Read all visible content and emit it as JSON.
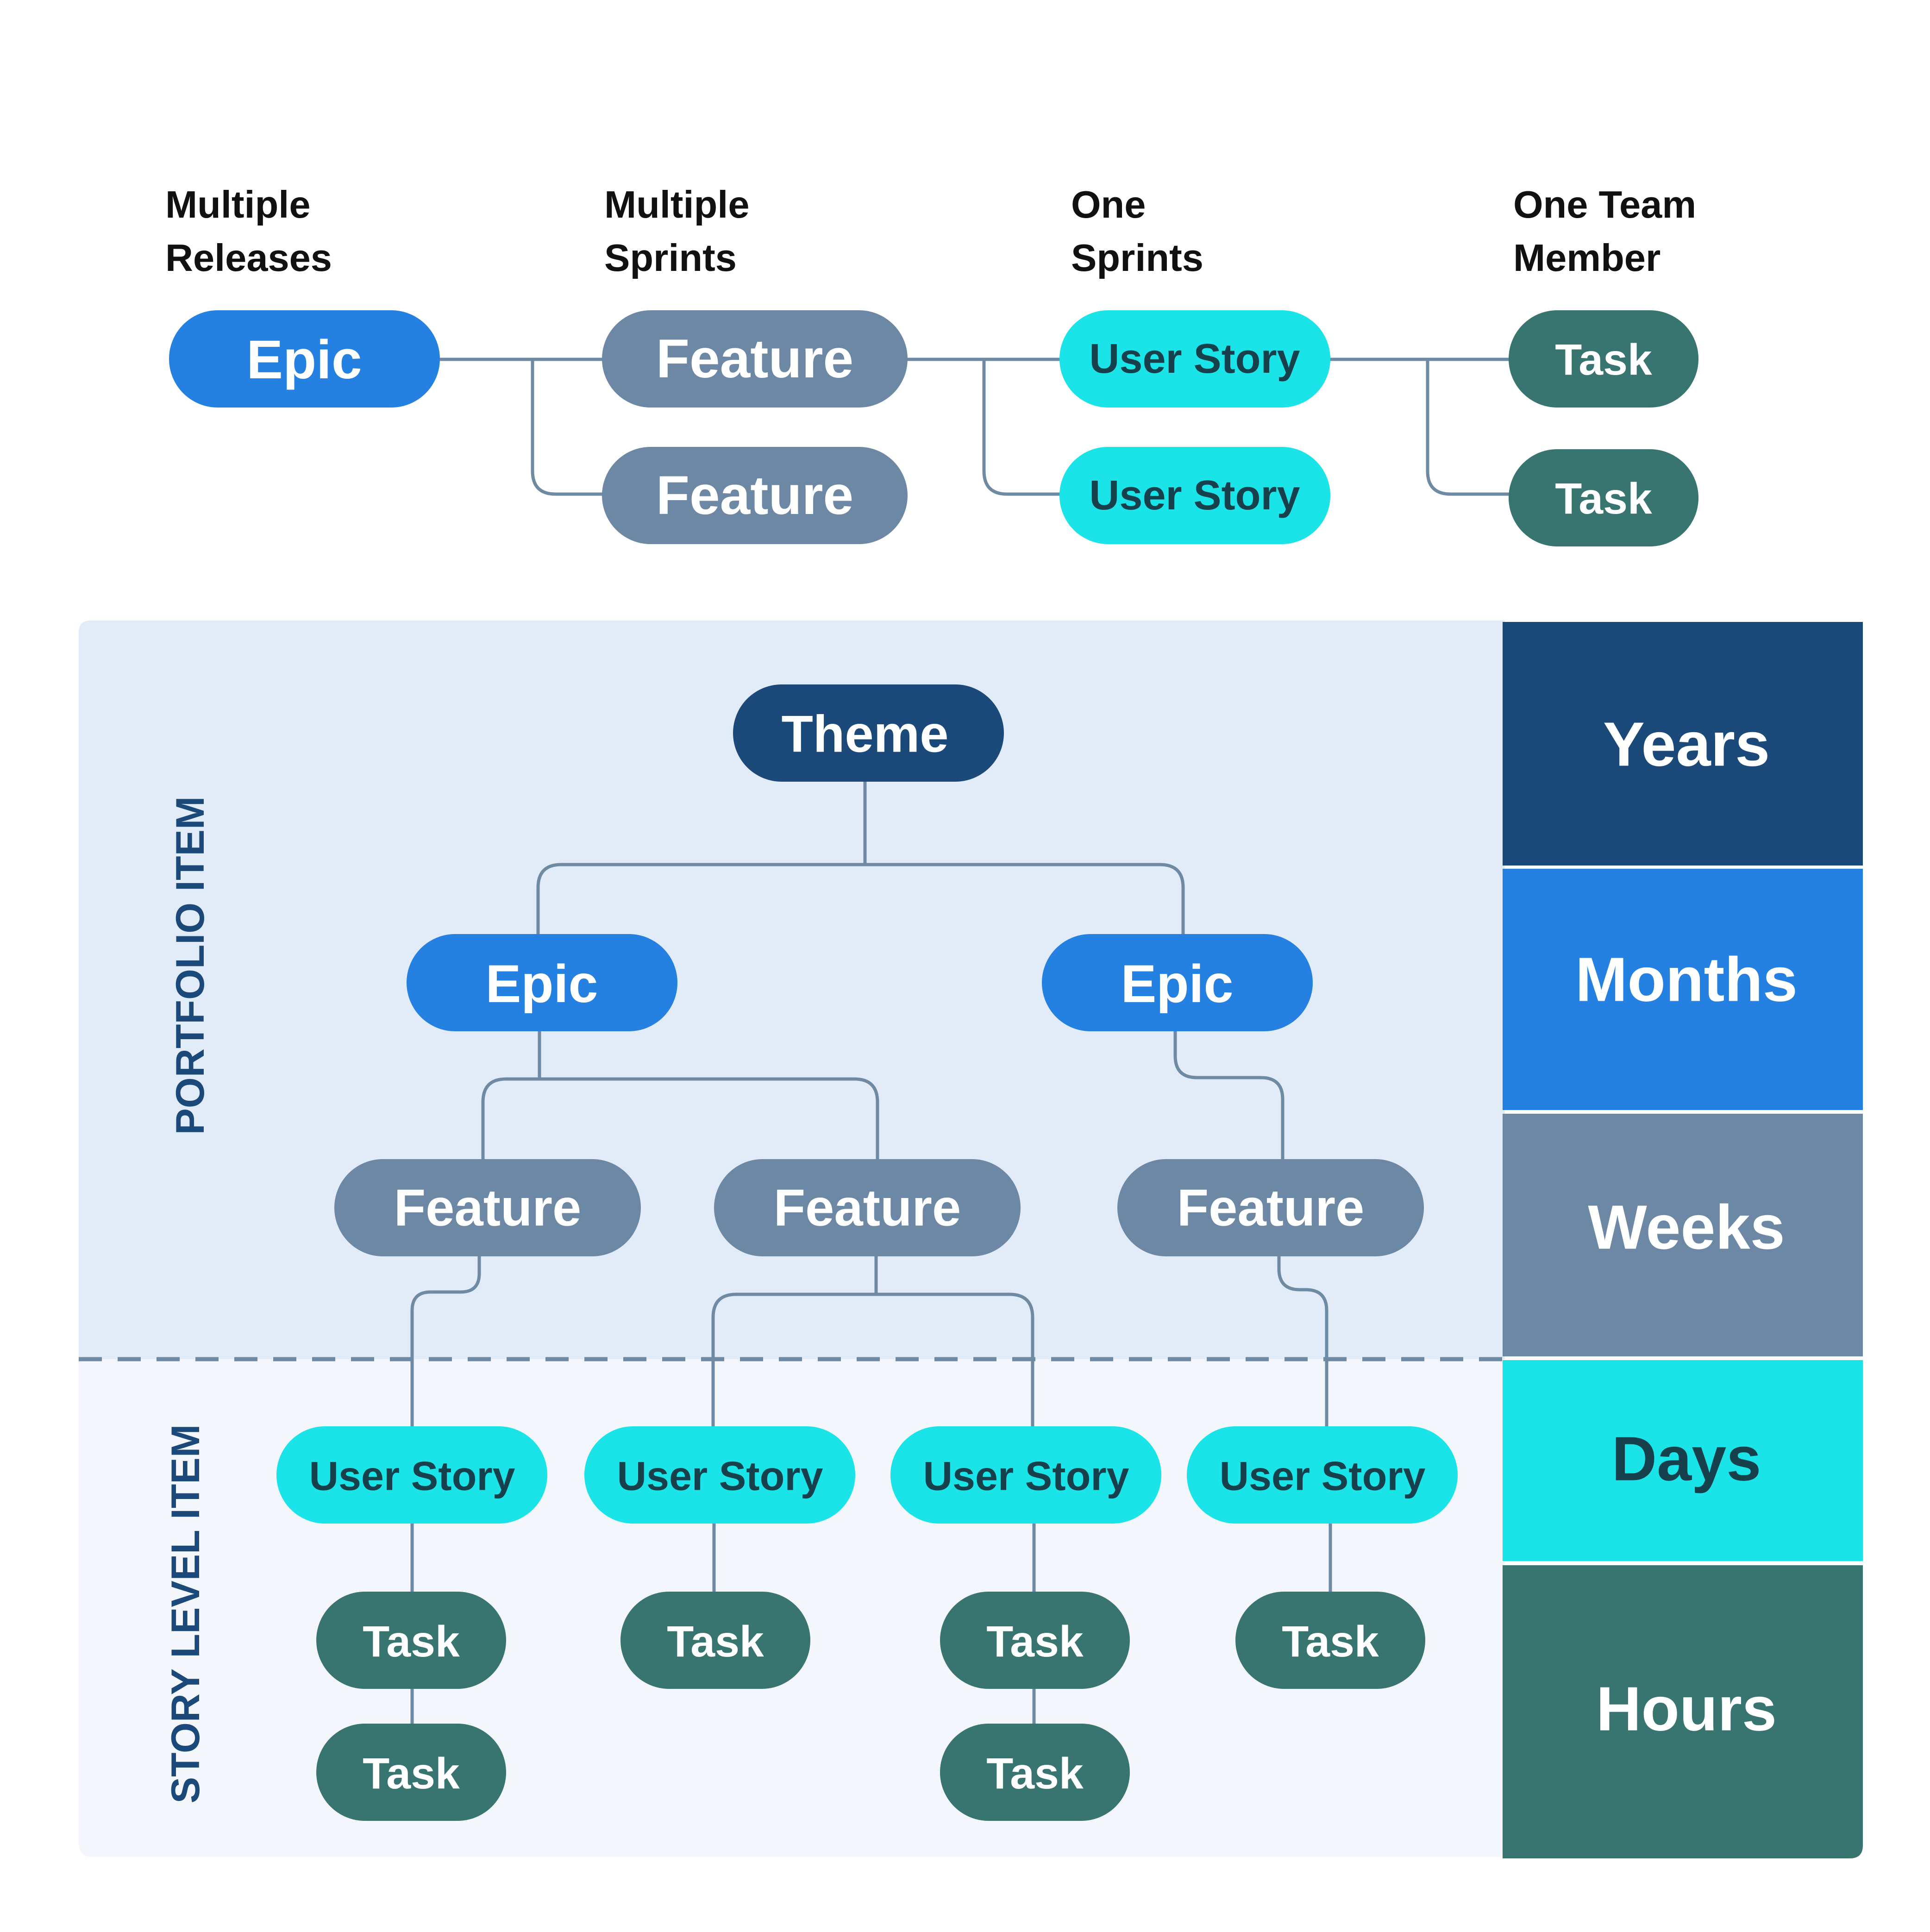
{
  "colors": {
    "theme": "#1b4a7a",
    "epic": "#2581e1",
    "feature": "#6d88a4",
    "story": "#1ae4e7",
    "story_text": "#16404c",
    "task": "#387470",
    "portfolio_bg": "#e2ebf8",
    "story_bg": "#f3f7fc",
    "connector": "#6f8aa3",
    "label": "#111111",
    "vertical_label": "#1b4a7a"
  },
  "flow": {
    "columns": [
      {
        "header_line1": "Multiple",
        "header_line2": "Releases",
        "item": "Epic"
      },
      {
        "header_line1": "Multiple",
        "header_line2": "Sprints",
        "item": "Feature"
      },
      {
        "header_line1": "One",
        "header_line2": "Sprints",
        "item": "User Story"
      },
      {
        "header_line1": "One Team",
        "header_line2": "Member",
        "item": "Task"
      }
    ]
  },
  "hierarchy": {
    "portfolio_label": "PORTFOLIO ITEM",
    "story_label": "STORY LEVEL ITEM",
    "theme": "Theme",
    "epic": "Epic",
    "feature": "Feature",
    "story": "User Story",
    "task": "Task"
  },
  "timescale": [
    "Years",
    "Months",
    "Weeks",
    "Days",
    "Hours"
  ]
}
